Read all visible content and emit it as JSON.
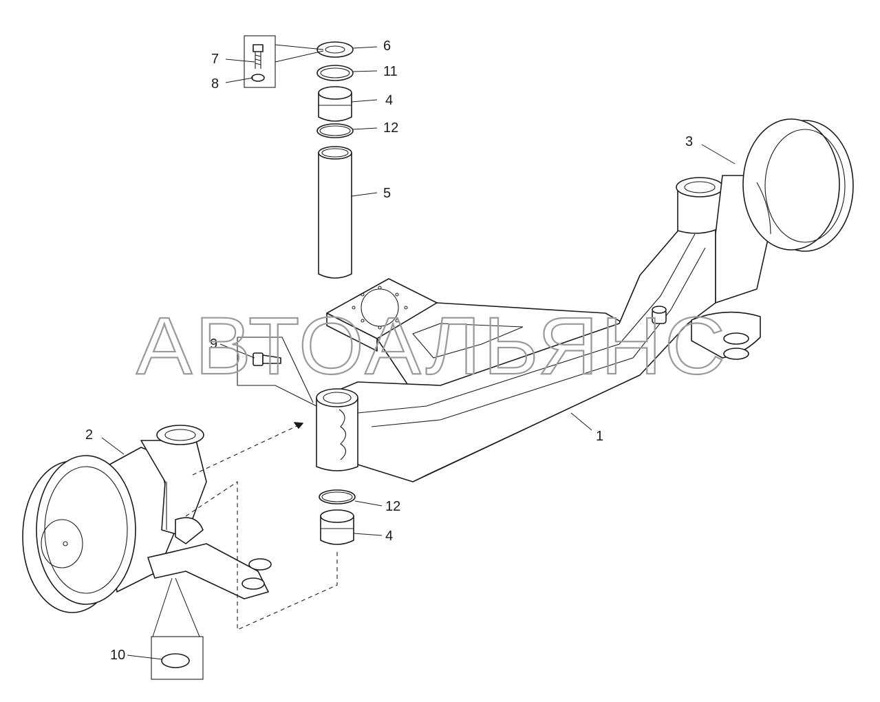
{
  "watermark": "АВТОАЛЬЯНС",
  "callouts": [
    "1",
    "2",
    "3",
    "4",
    "4",
    "5",
    "6",
    "7",
    "8",
    "9",
    "10",
    "11",
    "12",
    "12"
  ]
}
